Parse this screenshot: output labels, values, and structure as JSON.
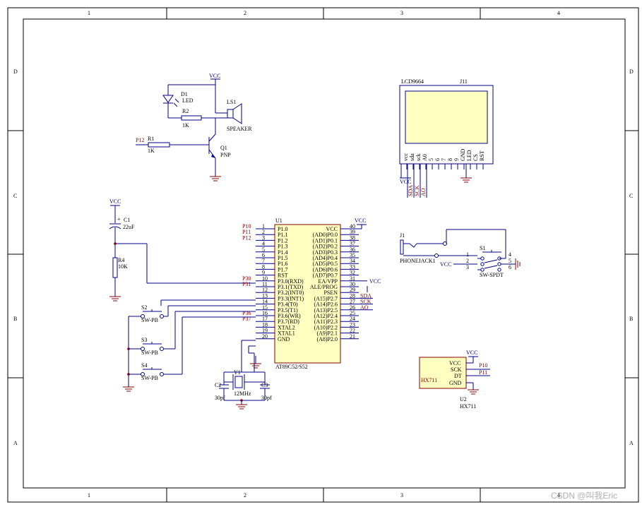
{
  "zones": {
    "cols": [
      "1",
      "2",
      "3",
      "4"
    ],
    "rows": [
      "D",
      "C",
      "B",
      "A"
    ]
  },
  "buzzer": {
    "vcc": "VCC",
    "d1_ref": "D1",
    "d1_val": "LED",
    "r2_ref": "R2",
    "r2_val": "1K",
    "ls1_ref": "LS1",
    "ls1_val": "SPEAKER",
    "r1_ref": "R1",
    "r1_val": "1K",
    "q1_ref": "Q1",
    "q1_val": "PNP",
    "net": "P12"
  },
  "reset": {
    "vcc": "VCC",
    "c1_ref": "C1",
    "c1_val": "22uF",
    "c1_plus": "+",
    "r4_ref": "R4",
    "r4_val": "10K"
  },
  "mcu": {
    "ref": "U1",
    "part": "AT89C52/S52",
    "vcc": "VCC",
    "left_pins": [
      {
        "num": "1",
        "name": "P1.0",
        "net": "P10"
      },
      {
        "num": "2",
        "name": "P1.1",
        "net": "P11"
      },
      {
        "num": "3",
        "name": "P1.2",
        "net": "P12"
      },
      {
        "num": "4",
        "name": "P1.3",
        "net": ""
      },
      {
        "num": "5",
        "name": "P1.4",
        "net": ""
      },
      {
        "num": "6",
        "name": "P1.5",
        "net": ""
      },
      {
        "num": "7",
        "name": "P1.6",
        "net": ""
      },
      {
        "num": "8",
        "name": "P1.7",
        "net": ""
      },
      {
        "num": "9",
        "name": "RST",
        "net": ""
      },
      {
        "num": "10",
        "name": "P3.0(RXD)",
        "net": "P30"
      },
      {
        "num": "11",
        "name": "P3.1(TXD)",
        "net": "P31"
      },
      {
        "num": "12",
        "name": "P3.2(INT0)",
        "net": ""
      },
      {
        "num": "13",
        "name": "P3.3(INT1)",
        "net": ""
      },
      {
        "num": "14",
        "name": "P3.4(T0)",
        "net": ""
      },
      {
        "num": "15",
        "name": "P3.5(T1)",
        "net": ""
      },
      {
        "num": "16",
        "name": "P3.6(WR)",
        "net": "P36"
      },
      {
        "num": "17",
        "name": "P3.7(RD)",
        "net": "P37"
      },
      {
        "num": "18",
        "name": "XTAL2",
        "net": ""
      },
      {
        "num": "19",
        "name": "XTAL1",
        "net": ""
      },
      {
        "num": "20",
        "name": "GND",
        "net": ""
      }
    ],
    "right_pins": [
      {
        "num": "40",
        "name": "VCC",
        "net": ""
      },
      {
        "num": "39",
        "name": "(AD0)P0.0",
        "net": ""
      },
      {
        "num": "38",
        "name": "(AD1)P0.1",
        "net": ""
      },
      {
        "num": "37",
        "name": "(AD2)P0.2",
        "net": ""
      },
      {
        "num": "36",
        "name": "(AD3)P0.3",
        "net": ""
      },
      {
        "num": "35",
        "name": "(AD4)P0.4",
        "net": ""
      },
      {
        "num": "34",
        "name": "(AD5)P0.5",
        "net": ""
      },
      {
        "num": "33",
        "name": "(AD6)P0.6",
        "net": ""
      },
      {
        "num": "32",
        "name": "(AD7)P0.7",
        "net": ""
      },
      {
        "num": "31",
        "name": "EA/VPP",
        "net": "VCC"
      },
      {
        "num": "30",
        "name": "ALE/PROG",
        "net": ""
      },
      {
        "num": "29",
        "name": "PSEN",
        "net": ""
      },
      {
        "num": "28",
        "name": "(A15)P2.7",
        "net": "SDA"
      },
      {
        "num": "27",
        "name": "(A14)P2.6",
        "net": "SCK"
      },
      {
        "num": "26",
        "name": "(A13)P2.5",
        "net": "AO"
      },
      {
        "num": "25",
        "name": "(A12)P2.4",
        "net": ""
      },
      {
        "num": "24",
        "name": "(A11)P2.3",
        "net": ""
      },
      {
        "num": "23",
        "name": "(A10)P2.2",
        "net": ""
      },
      {
        "num": "22",
        "name": "(A9)P2.1",
        "net": ""
      },
      {
        "num": "21",
        "name": "(A8)P2.0",
        "net": ""
      }
    ]
  },
  "switches": {
    "s2_ref": "S2",
    "s2_val": "SW-PB",
    "s3_ref": "S3",
    "s3_val": "SW-PB",
    "s4_ref": "S4",
    "s4_val": "SW-PB"
  },
  "crystal": {
    "y1_ref": "Y1",
    "y1_val": "12MHz",
    "c2_ref": "C2",
    "c2_val": "30pf",
    "c3_ref": "C3",
    "c3_val": "30pf"
  },
  "lcd": {
    "label": "LCD9664",
    "ref": "J11",
    "pins": [
      "vcc",
      "sda",
      "sck",
      "A0",
      "5",
      "6",
      "7",
      "8",
      "9",
      "GND",
      "LED",
      "CS",
      "RST"
    ],
    "nets": [
      "VCC",
      "SDA",
      "SCK",
      "AO"
    ]
  },
  "phone": {
    "ref": "J1",
    "val": "PHONEJACK1",
    "vcc": "VCC"
  },
  "s1": {
    "ref": "S1",
    "val": "SW-SPDT",
    "pins": [
      "1",
      "2",
      "3",
      "4",
      "5",
      "6"
    ]
  },
  "hx711": {
    "ref": "U2",
    "val": "HX711",
    "inner": "HX711",
    "vcc": "VCC",
    "pins": [
      "VCC",
      "SCK",
      "DT",
      "GND"
    ],
    "nets": [
      "P10",
      "P11"
    ]
  },
  "watermark": "CSDN @叫我Eric"
}
